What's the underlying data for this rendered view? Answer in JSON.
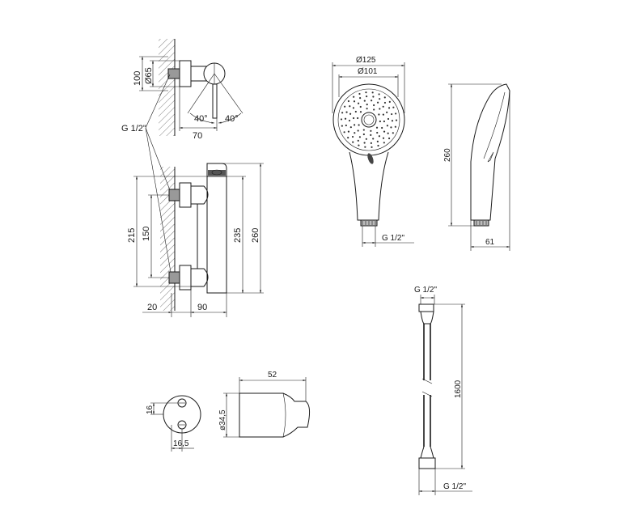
{
  "mixer_side": {
    "d_65": "Ø65",
    "d_100": "100",
    "angle_left": "40°",
    "angle_right": "40°",
    "d_70": "70",
    "thread": "G 1/2\""
  },
  "mixer_front": {
    "d_215": "215",
    "d_150": "150",
    "d_235": "235",
    "d_260": "260",
    "d_20": "20",
    "d_90": "90"
  },
  "hand_shower": {
    "d_125": "Ø125",
    "d_101": "Ø101",
    "thread": "G 1/2\"",
    "d_260": "260",
    "d_61": "61"
  },
  "holder": {
    "d_16": "16",
    "d_16_5": "16,5",
    "d_34_5": "ø34,5",
    "d_52": "52"
  },
  "hose": {
    "thread_top": "G 1/2\"",
    "length": "1600",
    "thread_bottom": "G 1/2\""
  }
}
